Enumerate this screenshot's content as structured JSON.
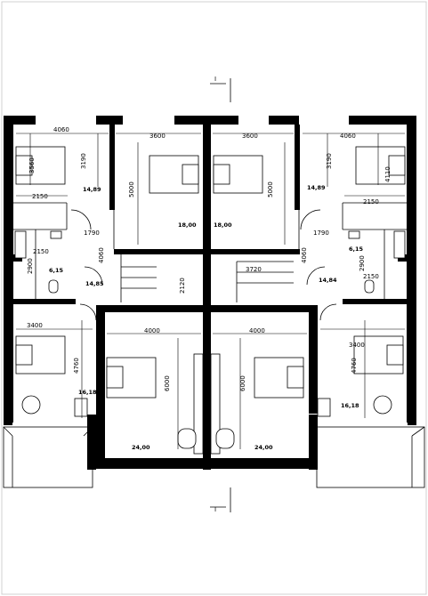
{
  "dimensions": {
    "tl_room_w": "4060",
    "tl_room_h": "3560",
    "tl_wall_h": "3190",
    "tl_bath_w": "2150",
    "bed2_w": "3600",
    "bed2_h": "5000",
    "bed3_w": "3600",
    "bed3_h": "5000",
    "tr_room_w": "4060",
    "tr_wall_h": "3190",
    "tr_room_h": "4110",
    "tr_bath_w": "2150",
    "hall_l_w": "1790",
    "hall_r_w": "1790",
    "bath_l_w": "2150",
    "bath_l_h": "2900",
    "bath_r_w": "2150",
    "bath_r_h": "2900",
    "stair_l_h": "4060",
    "stair_l_w": "2120",
    "stair_r_w": "3720",
    "stair_r_h": "4060",
    "bl_room_w": "3400",
    "bl_room_h": "4760",
    "bm_l_w": "4000",
    "bm_l_h": "6000",
    "bm_r_w": "4000",
    "bm_r_h": "6000",
    "br_room_w": "3400",
    "br_room_h": "4760"
  },
  "areas": {
    "tl_room": "14,89",
    "bed2": "18,00",
    "bed3": "18,00",
    "tr_room": "14,89",
    "bath_l": "6,15",
    "bath_r": "6,15",
    "hall_l": "14,85",
    "hall_r": "14,84",
    "bl_room": "16,18",
    "bm_l": "24,00",
    "bm_r": "24,00",
    "br_room": "16,18"
  },
  "section_marks": {
    "top": "I",
    "bottom": "I"
  }
}
